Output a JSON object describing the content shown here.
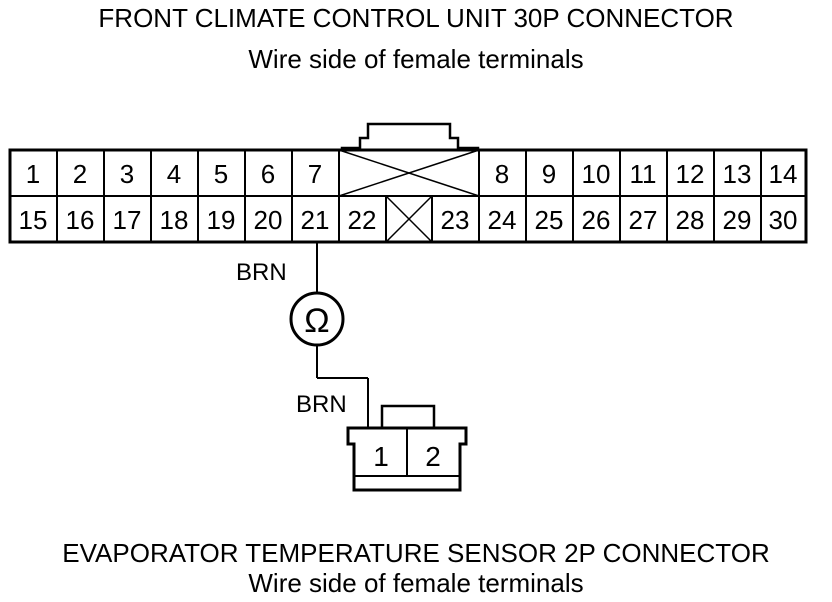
{
  "top_connector": {
    "title": "FRONT CLIMATE CONTROL UNIT 30P CONNECTOR",
    "subtitle": "Wire side of female terminals",
    "row1": [
      "1",
      "2",
      "3",
      "4",
      "5",
      "6",
      "7",
      "8",
      "9",
      "10",
      "11",
      "12",
      "13",
      "14"
    ],
    "row2": [
      "15",
      "16",
      "17",
      "18",
      "19",
      "20",
      "21",
      "22",
      "23",
      "24",
      "25",
      "26",
      "27",
      "28",
      "29",
      "30"
    ]
  },
  "wire": {
    "color_top": "BRN",
    "color_bottom": "BRN",
    "meter_symbol": "Ω"
  },
  "bottom_connector": {
    "title": "EVAPORATOR TEMPERATURE SENSOR 2P CONNECTOR",
    "subtitle": "Wire side of female terminals",
    "pins": [
      "1",
      "2"
    ]
  }
}
